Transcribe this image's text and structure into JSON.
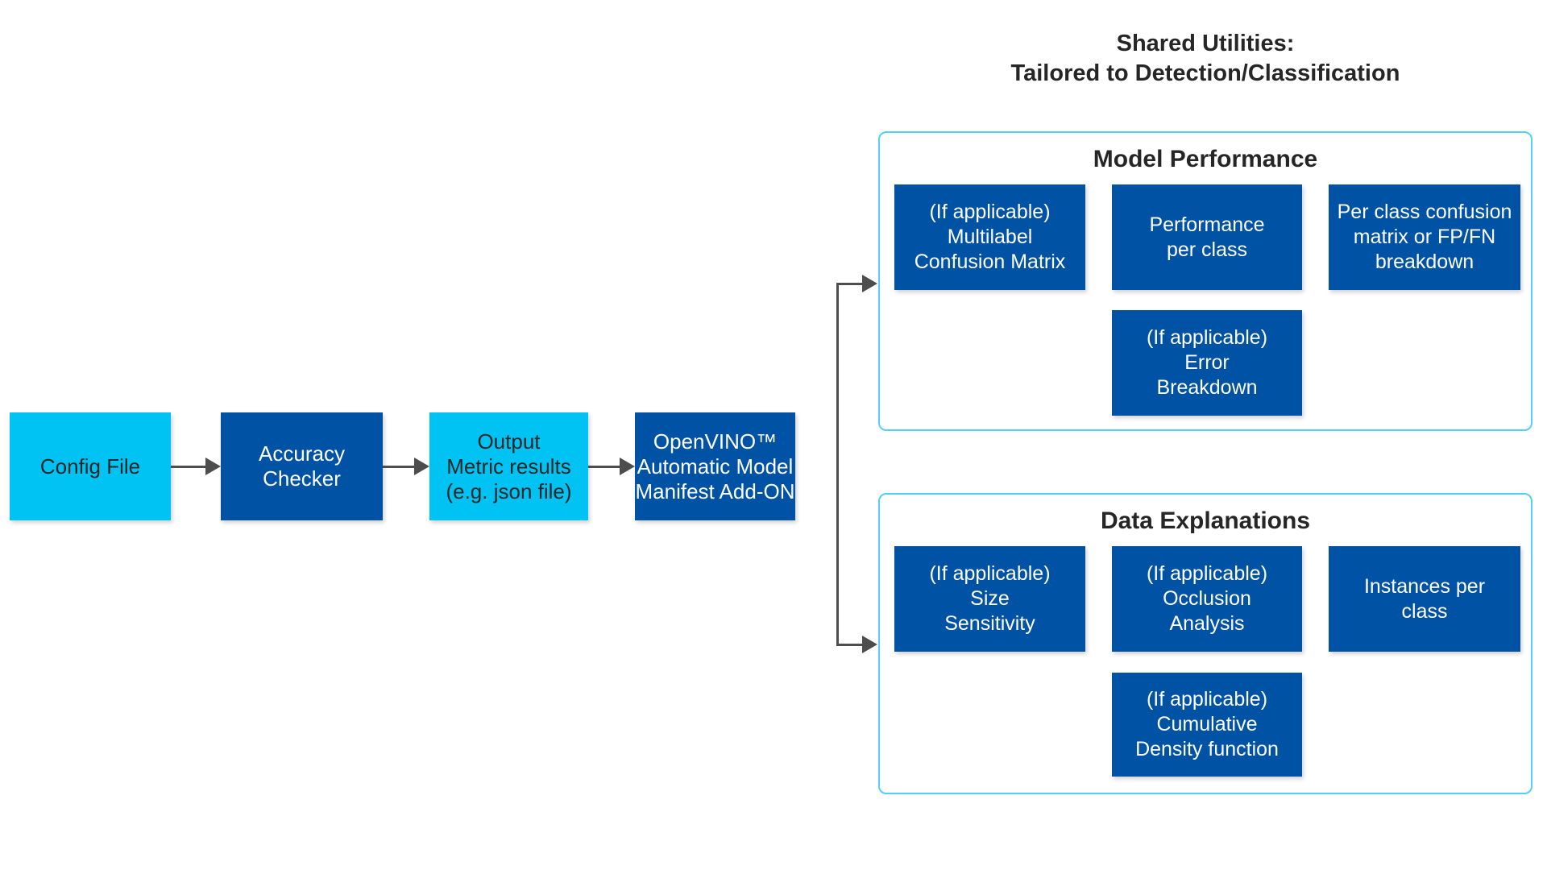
{
  "colors": {
    "cyan": "#00C3F4",
    "blue": "#0052A5",
    "panel_border": "#50D1F5",
    "arrow": "#4D4D4D",
    "text_dark": "#262626",
    "text_light": "#FFFFFF"
  },
  "header": {
    "line1": "Shared Utilities:",
    "line2": "Tailored to Detection/Classification"
  },
  "flow": {
    "boxes": [
      {
        "label": "Config File",
        "style": "cyan"
      },
      {
        "label": "Accuracy\nChecker",
        "style": "blue"
      },
      {
        "label": "Output\nMetric results\n(e.g. json file)",
        "style": "cyan"
      },
      {
        "label": "OpenVINO™\nAutomatic Model\nManifest Add-ON",
        "style": "blue"
      }
    ]
  },
  "panels": [
    {
      "title": "Model Performance",
      "boxes": [
        {
          "label": "(If applicable)\nMultilabel\nConfusion Matrix"
        },
        {
          "label": "Performance\nper class"
        },
        {
          "label": "Per class confusion\nmatrix or FP/FN\nbreakdown"
        },
        {
          "label": "(If applicable)\nError\nBreakdown"
        }
      ]
    },
    {
      "title": "Data Explanations",
      "boxes": [
        {
          "label": "(If applicable)\nSize\nSensitivity"
        },
        {
          "label": "(If applicable)\nOcclusion\nAnalysis"
        },
        {
          "label": "Instances per\nclass"
        },
        {
          "label": "(If applicable)\nCumulative\nDensity function"
        }
      ]
    }
  ]
}
